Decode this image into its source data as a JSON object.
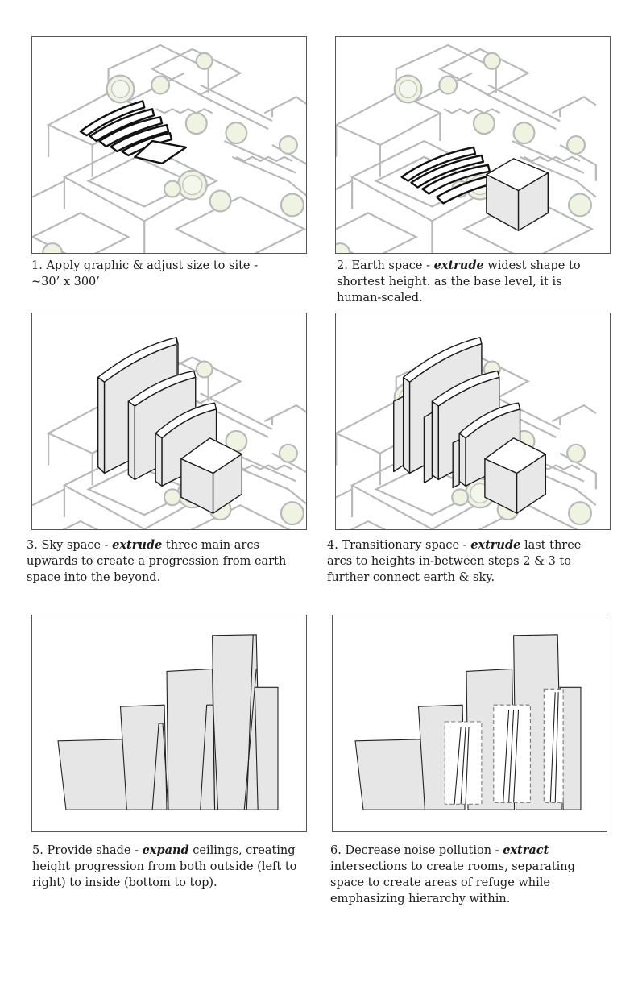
{
  "steps": [
    {
      "number": "1.",
      "text_before": "Apply graphic & adjust size to site -",
      "line2": "~30’ x 300’"
    },
    {
      "number": "2.",
      "label": "Earth space -",
      "verb": "extrude",
      "rest": "widest shape to shortest height. as the base level, it is human-scaled."
    },
    {
      "number": "3.",
      "label": "Sky space -",
      "verb": "extrude",
      "rest": "three main arcs upwards to create a progression from earth space into the beyond."
    },
    {
      "number": "4.",
      "label": "Transitionary space -",
      "verb": "extrude",
      "rest": "last three arcs to heights in-between steps 2 & 3 to further connect earth & sky."
    },
    {
      "number": "5.",
      "label": "Provide shade -",
      "verb": "expand",
      "rest": "ceilings, creating height progression from both outside (left to right) to inside (bottom to top)."
    },
    {
      "number": "6.",
      "label": "Decrease noise pollution -",
      "verb": "extract",
      "rest": "intersections to create rooms, separating space to create areas of refuge while emphasizing hierarchy within."
    }
  ],
  "colors": {
    "background_lines": "#b9b9b9",
    "tree_fill": "#eef4e1",
    "solid_fill": "#e8e8e8",
    "outline": "#111111"
  }
}
